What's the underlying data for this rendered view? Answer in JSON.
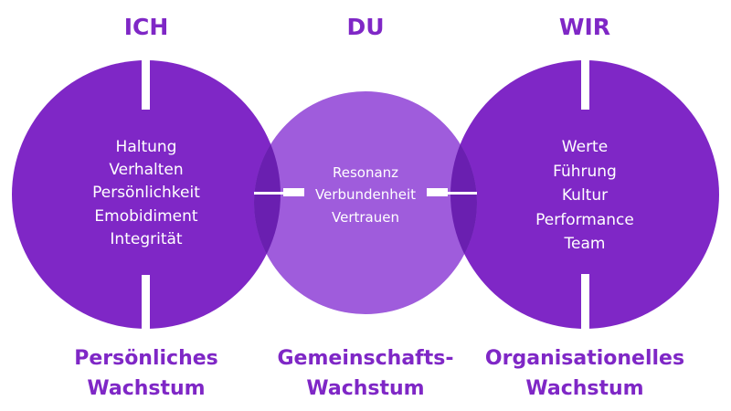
{
  "colors": {
    "main": "#7f27c6",
    "light": "#9f5cdc",
    "overlap": "#6a1fb0",
    "text_on_circle": "#ffffff",
    "background": "#ffffff"
  },
  "columns": [
    {
      "key": "ich",
      "title": "ICH",
      "lines": [
        "Haltung",
        "Verhalten",
        "Persönlichkeit",
        "Emobidiment",
        "Integrität"
      ],
      "caption": [
        "Persönliches",
        "Wachstum"
      ]
    },
    {
      "key": "du",
      "title": "DU",
      "lines": [
        "Resonanz",
        "Verbundenheit",
        "Vertrauen"
      ],
      "caption": [
        "Gemeinschafts-",
        "Wachstum"
      ]
    },
    {
      "key": "wir",
      "title": "WIR",
      "lines": [
        "Werte",
        "Führung",
        "Kultur",
        "Performance",
        "Team"
      ],
      "caption": [
        "Organisationelles",
        "Wachstum"
      ]
    }
  ]
}
